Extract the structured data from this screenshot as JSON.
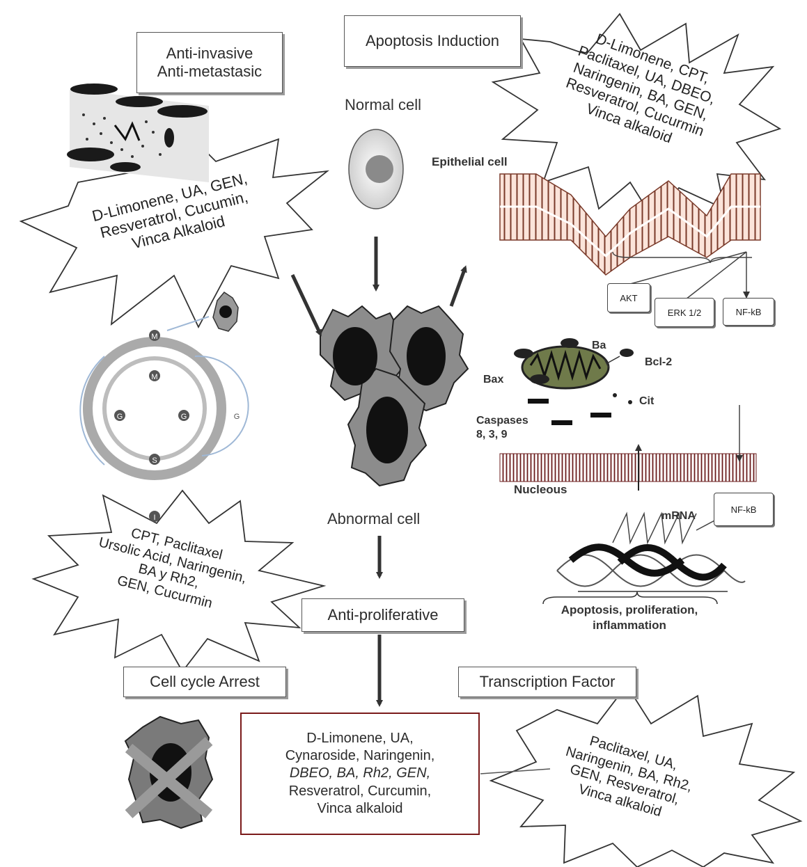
{
  "titles": {
    "anti_invasive": [
      "Anti-invasive",
      "Anti-metastasic"
    ],
    "apoptosis_induction": "Apoptosis Induction",
    "anti_proliferative": "Anti-proliferative",
    "cell_cycle_arrest": "Cell cycle Arrest",
    "transcription_factor": "Transcription Factor"
  },
  "cells": {
    "normal": "Normal cell",
    "abnormal": "Abnormal cell",
    "epithelial": "Epithelial cell"
  },
  "bursts": {
    "invasive": [
      "D-Limonene, UA, GEN,",
      "Resveratrol, Cucumin,",
      "Vinca Alkaloid"
    ],
    "apoptosis": [
      "D-Limonene, CPT,",
      "Paclitaxel, UA, DBEO,",
      "Naringenin, BA, GEN,",
      "Resveratrol, Cucurmin",
      "Vinca alkaloid"
    ],
    "cell_cycle": [
      "CPT, Paclitaxel",
      "Ursolic Acid, Naringenin,",
      "BA y Rh2,",
      "GEN, Cucurmin"
    ],
    "transcription": [
      "Paclitaxel, UA,",
      "Naringenin, BA, Rh2,",
      "GEN, Resveratrol,",
      "Vinca alkaloid"
    ]
  },
  "antiproliferative_agents": [
    "D-Limonene, UA,",
    "Cynaroside, Naringenin,",
    "DBEO, BA, Rh2, GEN,",
    "Resveratrol, Curcumin,",
    "Vinca alkaloid"
  ],
  "signaling": {
    "akt": "AKT",
    "erk": "ERK 1/2",
    "nfkb": "NF-kB",
    "nfkb2": "NF-kB",
    "ba": "Ba",
    "bcl2": "Bcl-2",
    "bax": "Bax",
    "cit": "Cit",
    "caspases": [
      "Caspases",
      "8, 3, 9"
    ],
    "nucleous": "Nucleous",
    "mrna": "mRNA",
    "outcome": [
      "Apoptosis, proliferation,",
      "inflammation"
    ]
  },
  "cell_cycle_phases": {
    "m_outer": "M",
    "m_inner": "M",
    "g1": "G",
    "g2": "G",
    "s": "S",
    "g0": "G",
    "i": "I"
  }
}
